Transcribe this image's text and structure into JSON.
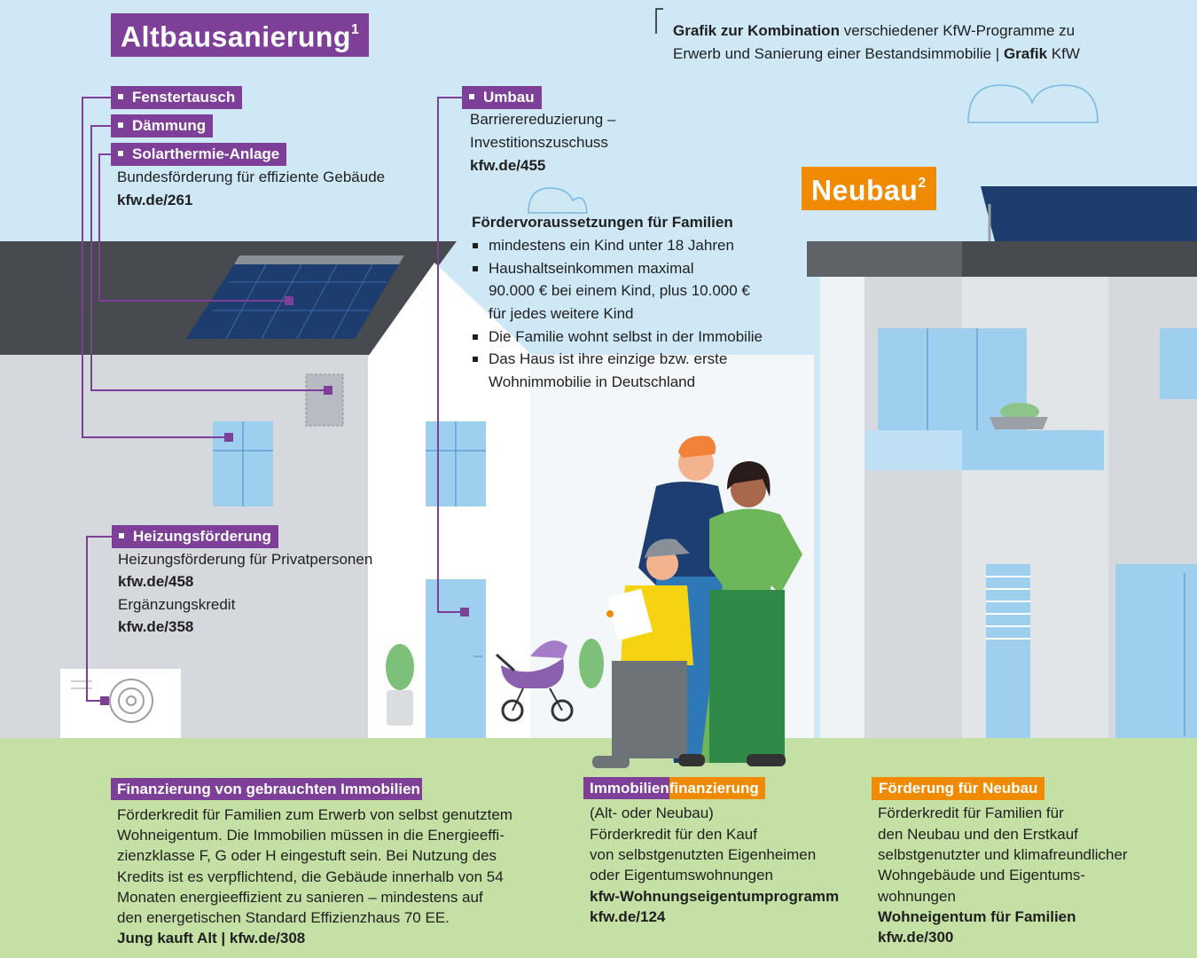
{
  "header": {
    "caption_bold": "Grafik zur Kombination",
    "caption_rest": " verschiedener KfW-Programme zu",
    "caption_line2": "Erwerb und Sanierung einer Bestandsimmobilie | ",
    "caption_bold2": "Grafik",
    "caption_end": " KfW"
  },
  "altbau": {
    "title": "Altbausanierung",
    "sup": "1",
    "tags": {
      "fenster": "Fenstertausch",
      "daemmung": "Dämmung",
      "solar": "Solarthermie-Anlage"
    },
    "program": "Bundesförderung für effiziente Gebäude",
    "link": "kfw.de/261"
  },
  "umbau": {
    "tag": "Umbau",
    "line1": "Barrierereduzierung –",
    "line2": "Investitionszuschuss",
    "link": "kfw.de/455"
  },
  "familien": {
    "heading": "Fördervoraussetzungen für Familien",
    "b1": "mindestens ein Kind unter 18 Jahren",
    "b2a": "Haushaltseinkommen maximal",
    "b2b": "90.000 € bei einem Kind, plus 10.000 €",
    "b2c": "für jedes weitere Kind",
    "b3": "Die Familie wohnt selbst in der Immobilie",
    "b4a": "Das Haus ist ihre einzige bzw. erste",
    "b4b": "Wohnimmobilie in Deutschland"
  },
  "neubau": {
    "title": "Neubau",
    "sup": "2"
  },
  "heizung": {
    "tag": "Heizungsförderung",
    "line1": "Heizungsförderung für Privatpersonen",
    "link1": "kfw.de/458",
    "line2": "Ergänzungskredit",
    "link2": "kfw.de/358"
  },
  "finanz": {
    "tag": "Finanzierung von gebrauchten Immobilien",
    "l1": "Förderkredit für Familien zum Erwerb von selbst genutztem",
    "l2": "Wohneigentum. Die Immobilien müssen in die Energieeffi-",
    "l3": "zienzklasse F, G oder H eingestuft sein. Bei Nutzung des",
    "l4": "Kredits ist es verpflichtend, die Gebäude innerhalb von 54",
    "l5": "Monaten energieeffizient zu sanieren – mindestens auf",
    "l6": "den energetischen Standard Effizienzhaus 70 EE.",
    "l7": "Jung kauft Alt | kfw.de/308"
  },
  "immo": {
    "tag_a": "Immobilien",
    "tag_b": "finanzierung",
    "l1": "(Alt- oder Neubau)",
    "l2": "Förderkredit für den Kauf",
    "l3": "von selbstgenutzten Eigenheimen",
    "l4": "oder Eigentumswohnungen",
    "l5": "kfw-Wohnungseigentumprogramm",
    "l6": "kfw.de/124"
  },
  "neubaufoerd": {
    "tag": "Förderung für Neubau",
    "l1": "Förderkredit für Familien für",
    "l2": "den Neubau und den Erstkauf",
    "l3": "selbstgenutzter und klimafreundlicher",
    "l4": "Wohngebäude und Eigentums-",
    "l5": "wohnungen",
    "l6": "Wohneigentum für Familien",
    "l7": "kfw.de/300"
  },
  "colors": {
    "purple": "#7d3f98",
    "orange": "#f08a00",
    "sky": "#cfe8f5",
    "grass": "#c5e0a5",
    "window": "#9fcfee"
  },
  "icons": [
    "cloud-icon",
    "solar-panel-icon",
    "heat-pump-icon",
    "stroller-icon",
    "plant-icon",
    "family-illustration"
  ]
}
